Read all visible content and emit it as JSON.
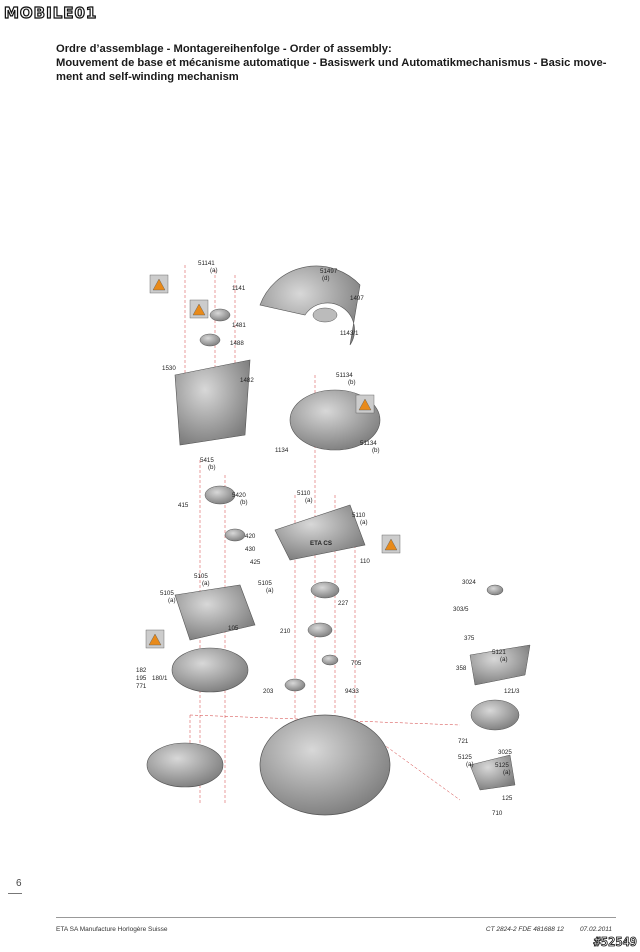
{
  "logo": {
    "text": "MOBILE01",
    "display_a": "MOBILE",
    "display_b": "01"
  },
  "heading": {
    "line1": "Ordre d’assemblage - Montagereihenfolge - Order of assembly:",
    "line2": "Mouvement de base et mécanisme automatique - Basiswerk und Automatikmechanismus - Basic move-",
    "line3": "ment and self-winding mechanism"
  },
  "parts": {
    "p51141": "51141",
    "p51141s": "(a)",
    "p1141": "1141",
    "p1481": "1481",
    "p1488": "1488",
    "p1530": "1530",
    "p1482": "1482",
    "p51497": "51497",
    "p51497s": "(d)",
    "p1497": "1497",
    "p1143": "1143/1",
    "p51134a": "51134",
    "p51134as": "(b)",
    "p1134": "1134",
    "p51134b": "51134",
    "p51134bs": "(b)",
    "p5415": "5415",
    "p5415s": "(b)",
    "p415": "415",
    "p5420": "5420",
    "p5420s": "(b)",
    "p5110a": "5110",
    "p5110as": "(a)",
    "p5110b": "5110",
    "p5110bs": "(a)",
    "p420": "420",
    "p430": "430",
    "p425": "425",
    "p110": "110",
    "p5105a": "5105",
    "p5105as": "(a)",
    "p5105b": "5105",
    "p5105bs": "(a)",
    "p5105c": "5105",
    "p5105cs": "(a)",
    "p105": "105",
    "p227": "227",
    "p210": "210",
    "p705": "705",
    "p182": "182",
    "p195": "195",
    "p771": "771",
    "p1801": "180/1",
    "p203": "203",
    "p9433": "9433",
    "p3024": "3024",
    "p3035": "303/5",
    "p375": "375",
    "p5121": "5121",
    "p5121s": "(a)",
    "p358": "358",
    "p1213": "121/3",
    "p721": "721",
    "p3025": "3025",
    "p5125a": "5125",
    "p5125as": "(a)",
    "p5125b": "5125",
    "p5125bs": "(a)",
    "p125": "125",
    "p710": "710",
    "eta_mark": "ETA CS"
  },
  "page_number": "6",
  "footer": {
    "left": "ETA SA Manufacture Horlogère Suisse",
    "ref": "CT 2824-2 FDE 481688 12",
    "date": "07.02.2011"
  },
  "watermark": "#52549",
  "colors": {
    "metal": "#9a9a9a",
    "metal_dark": "#6e6e6e",
    "accent_red": "#d23a3a",
    "oil_orange": "#e88a1a"
  }
}
